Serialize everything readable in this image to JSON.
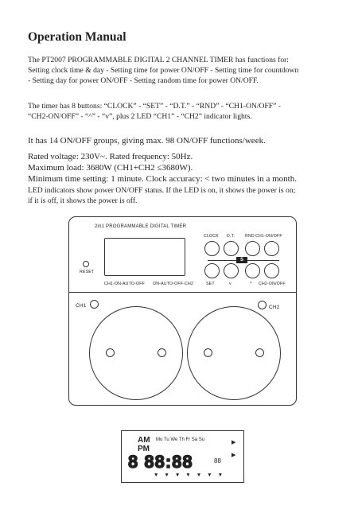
{
  "title": "Operation Manual",
  "paragraphs": {
    "p1_l1": "The PT2007 PROGRAMMABLE DIGITAL 2 CHANNEL TIMER has functions for:",
    "p1_l2": "Setting clock time & day - Setting time for power ON/OFF - Setting time for countdown",
    "p1_l3": "- Setting day for power ON/OFF - Setting random time for power ON/OFF.",
    "p2_l1": "The timer has 8 buttons: “CLOCK” - “SET” - “D.T.” - “RND” - “CH1-ON/OFF” -",
    "p2_l2": "“CH2-ON/OFF” - “^” - “v”, plus 2 LED “CH1” - “CH2” indicator lights.",
    "p3": "It has 14 ON/OFF groups, giving max. 98 ON/OFF functions/week.",
    "p4_l1": "Rated voltage: 230V~. Rated frequency: 50Hz.",
    "p4_l2": "Maximum load: 3680W (CH1+CH2 ≤3680W).",
    "p4_l3": "Minimum time setting: 1 minute. Clock accuracy: < two minutes in a month.",
    "p5_l1": "LED indicators show power ON/OFF status. If the LED is on, it shows the power is on;",
    "p5_l2": "if it is off, it shows the power is off."
  },
  "device": {
    "title": "2in1 PROGRAMMABLE DIGITAL TIMER",
    "reset_label": "RESET",
    "lcd_label_left": "CH1-ON-AUTO-OFF",
    "lcd_label_right": "ON-AUTO-OFF-CH2",
    "buttons_top": [
      "CLOCK",
      "D.T.",
      "RND",
      "CH1-ON/OFF"
    ],
    "buttons_bottom": [
      "SET",
      "v",
      "^",
      "CH2-ON/OFF"
    ],
    "s_badge": "S",
    "led1_label": "CH1",
    "led2_label": "CH2"
  },
  "display": {
    "am": "AM",
    "pm": "PM",
    "days": "Mo Tu We Th Fr Sa Su",
    "digits": "8 88:88",
    "seconds": "88"
  }
}
